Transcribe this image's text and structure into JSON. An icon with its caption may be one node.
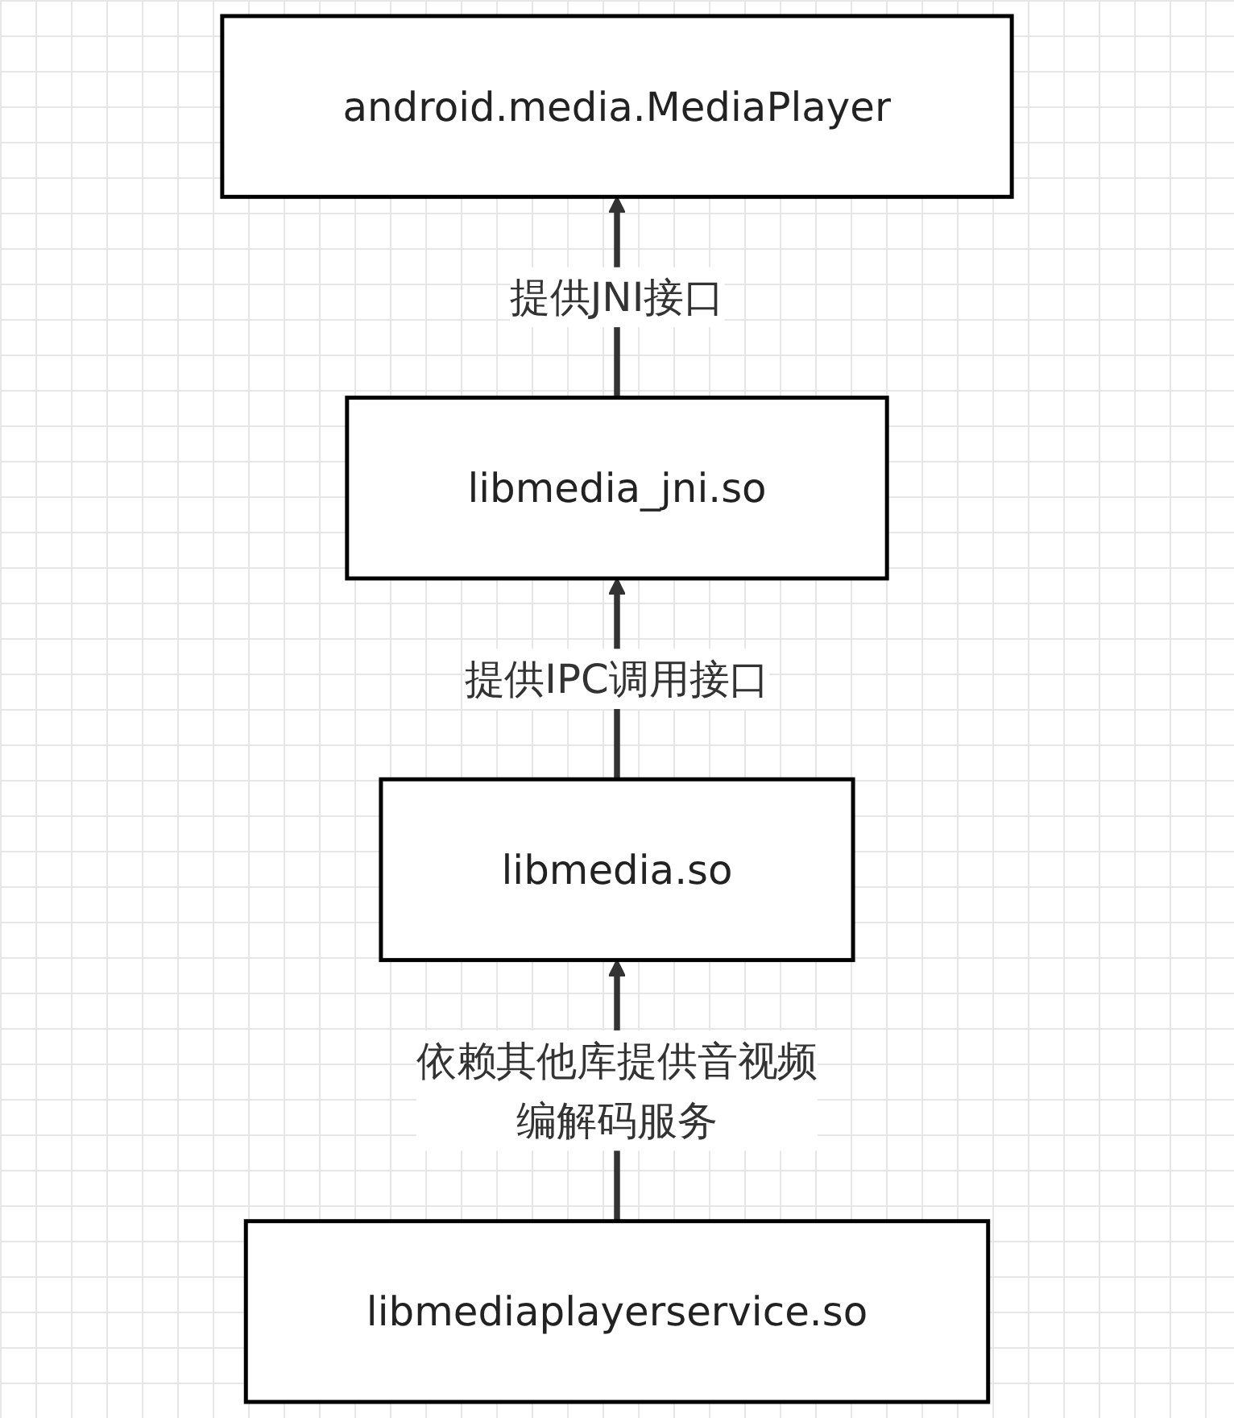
{
  "diagram": {
    "nodes": [
      {
        "text": [
          "android.media.MediaPlayer"
        ]
      },
      {
        "text": [
          "libmedia_jni.so"
        ]
      },
      {
        "text": [
          "libmedia.so"
        ]
      },
      {
        "text": [
          "libmediaplayerservice.so"
        ]
      }
    ],
    "edges": [
      {
        "from": 1,
        "to": 0,
        "arrow": "to",
        "label": "提供JNI接口"
      },
      {
        "from": 2,
        "to": 1,
        "arrow": "to",
        "label": "提供IPC调用接口"
      },
      {
        "from": 3,
        "to": 2,
        "arrow": "to",
        "label": "依赖其他库提供音视频编解码服务"
      }
    ]
  }
}
